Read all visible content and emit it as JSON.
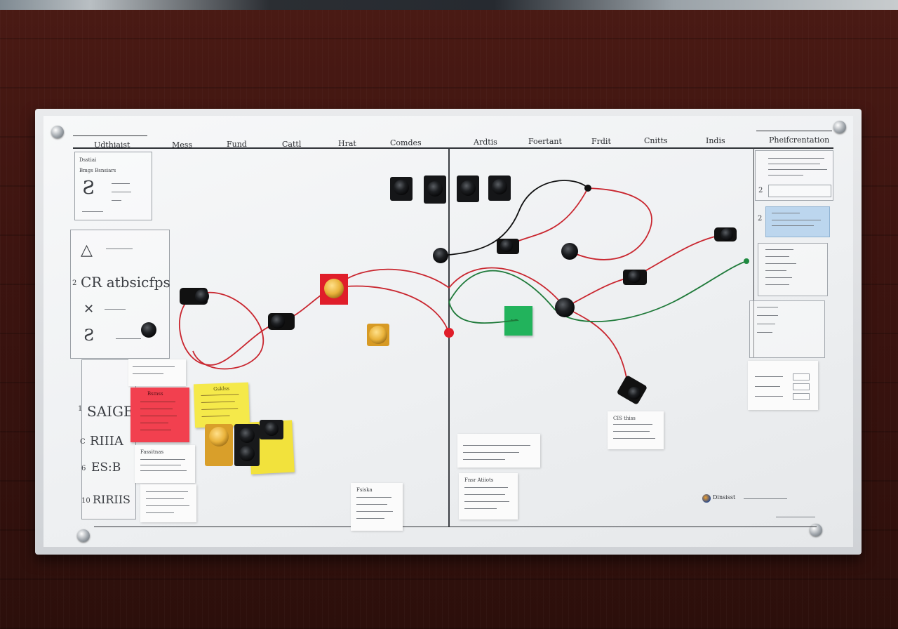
{
  "board": {
    "column_headers": [
      "Udthiaist",
      "Mess",
      "Fund",
      "Cattl",
      "Hrat",
      "Comdes",
      "Ardtis",
      "Foertant",
      "Frdit",
      "Cnitts",
      "Indis",
      "Pheifcrentation"
    ]
  },
  "left_panel": {
    "top_box_title": "Dsstiai",
    "top_box_subtitle": "Bmgs Bsnsiars",
    "row_labels": [
      "2",
      "1",
      "C",
      "6",
      "10"
    ],
    "large_scribble": "CR atbsicfps",
    "handwriting": [
      "SAIGE",
      "RIIIA",
      "ES:B",
      "RIRIIS"
    ]
  },
  "notes": {
    "red_header": "Bsmss",
    "yellow_header": "Gsklss",
    "center_card_title": "Fsiska",
    "bottom_left_card_title": "Fassitnas",
    "bottom_mid_card_title": "Fnsr Atiiots",
    "mid_right_card_title": "CIS thiss"
  },
  "right_panel": {
    "row_numbers": [
      "2",
      "2"
    ],
    "footer_label": "Dinsisst"
  },
  "colors": {
    "wood": "#3d1410",
    "board": "#f2f3f5",
    "red_wire": "#c9262f",
    "green_wire": "#1f7a3a",
    "black_wire": "#111111",
    "sticky_red": "#f2404f",
    "sticky_yellow": "#f5e94a",
    "sticky_green": "#22b35c",
    "knob_yellow": "#e9b23a"
  }
}
